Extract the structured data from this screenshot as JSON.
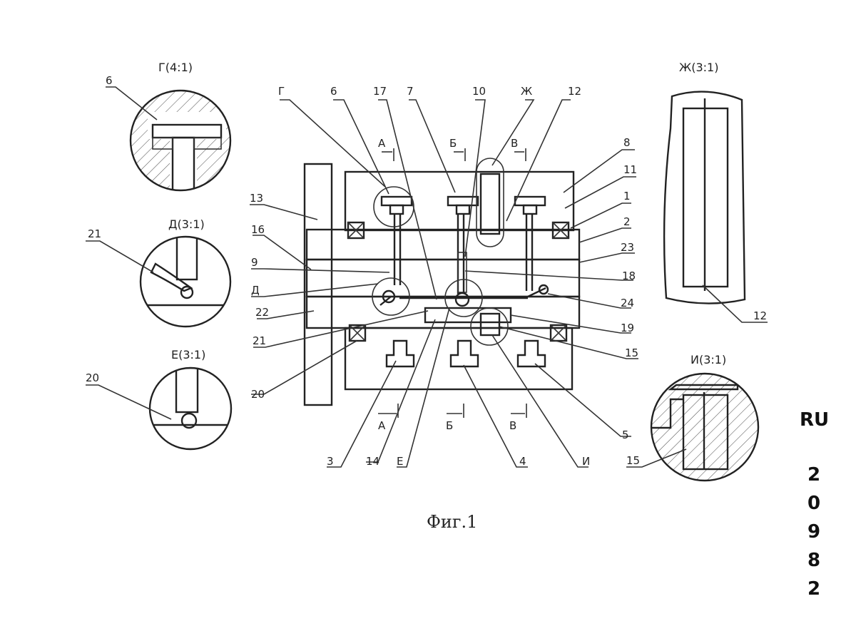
{
  "caption": "Фиг.1",
  "patent": {
    "country": "RU",
    "number_partial": "20982"
  },
  "details": {
    "g": "Г(4:1)",
    "d": "Д(3:1)",
    "e": "Е(3:1)",
    "zh": "Ж(3:1)",
    "i": "И(3:1)"
  },
  "section_marks": {
    "a_top": "А",
    "b_top": "Б",
    "v_top": "В",
    "a_bot": "А",
    "b_bot": "Б",
    "v_bot": "В"
  },
  "labels": {
    "g": "Г",
    "n6": "6",
    "n17": "17",
    "n7": "7",
    "n10": "10",
    "zh": "Ж",
    "n12": "12",
    "n8": "8",
    "n11": "11",
    "n1": "1",
    "n2": "2",
    "n23": "23",
    "n13": "13",
    "n16": "16",
    "n9": "9",
    "d": "Д",
    "n22": "22",
    "n21": "21",
    "n20": "20",
    "n18": "18",
    "n24": "24",
    "n19": "19",
    "n15": "15",
    "n5": "5",
    "n3": "3",
    "n14": "14",
    "e": "Е",
    "n4": "4",
    "i": "И",
    "g_n6": "6",
    "d_n21": "21",
    "e_n20": "20",
    "zh_n12": "12",
    "i_n15": "15"
  }
}
